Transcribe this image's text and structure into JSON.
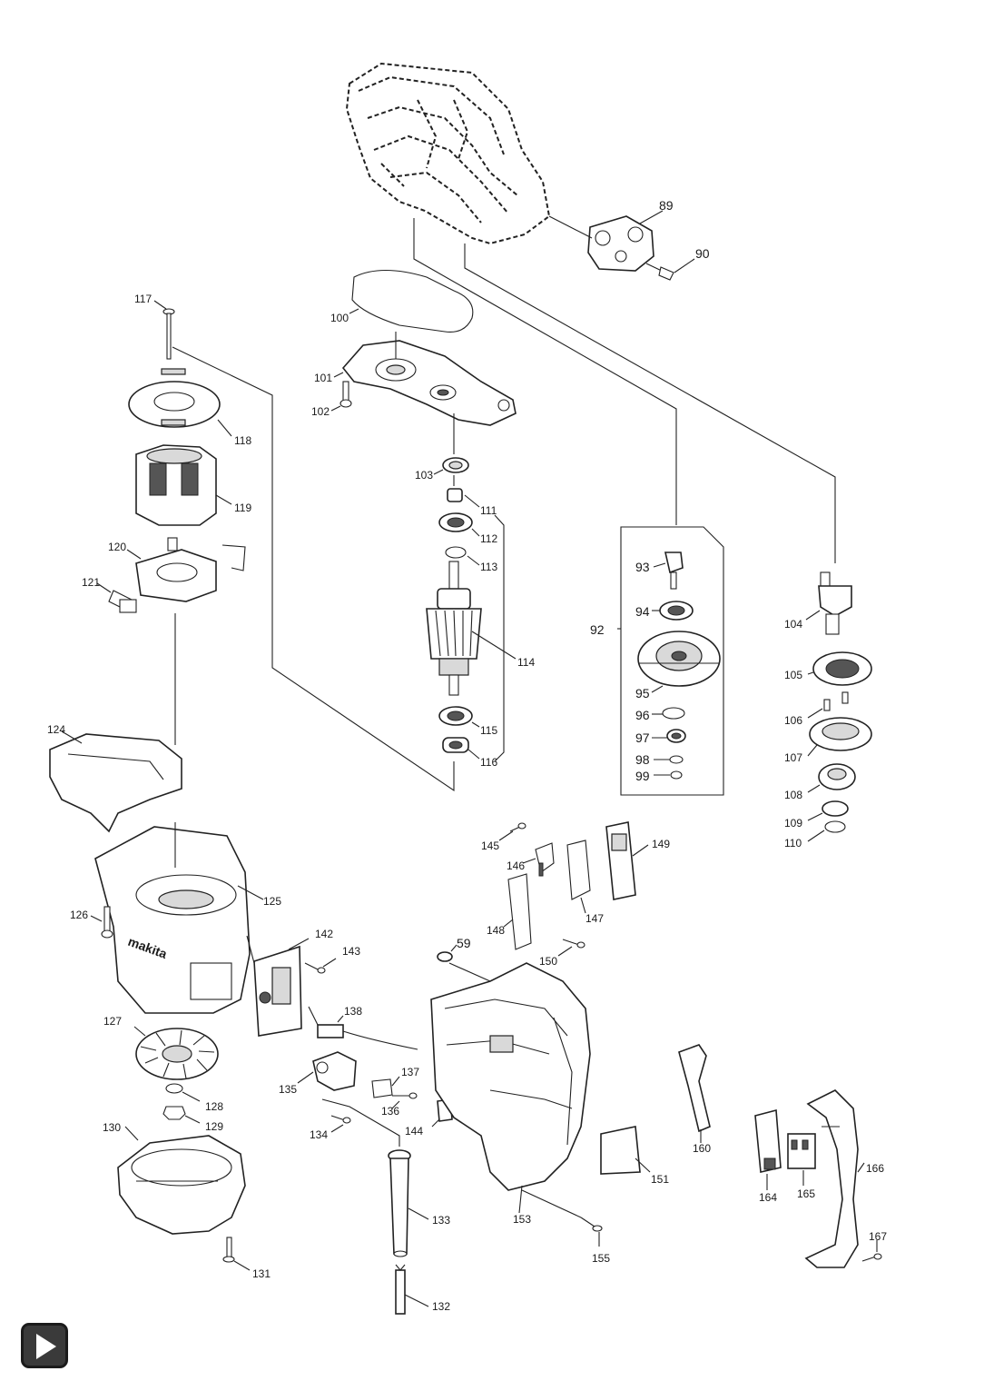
{
  "parts": [
    {
      "no": "89"
    },
    {
      "no": "90"
    },
    {
      "no": "100"
    },
    {
      "no": "101"
    },
    {
      "no": "102"
    },
    {
      "no": "103"
    },
    {
      "no": "111"
    },
    {
      "no": "112"
    },
    {
      "no": "113"
    },
    {
      "no": "114"
    },
    {
      "no": "115"
    },
    {
      "no": "116"
    },
    {
      "no": "117"
    },
    {
      "no": "118"
    },
    {
      "no": "119"
    },
    {
      "no": "120"
    },
    {
      "no": "121"
    },
    {
      "no": "92"
    },
    {
      "no": "93"
    },
    {
      "no": "94"
    },
    {
      "no": "95"
    },
    {
      "no": "96"
    },
    {
      "no": "97"
    },
    {
      "no": "98"
    },
    {
      "no": "99"
    },
    {
      "no": "104"
    },
    {
      "no": "105"
    },
    {
      "no": "106"
    },
    {
      "no": "107"
    },
    {
      "no": "108"
    },
    {
      "no": "109"
    },
    {
      "no": "110"
    },
    {
      "no": "124"
    },
    {
      "no": "125"
    },
    {
      "no": "126"
    },
    {
      "no": "127"
    },
    {
      "no": "128"
    },
    {
      "no": "129"
    },
    {
      "no": "130"
    },
    {
      "no": "131"
    },
    {
      "no": "132"
    },
    {
      "no": "133"
    },
    {
      "no": "134"
    },
    {
      "no": "135"
    },
    {
      "no": "136"
    },
    {
      "no": "137"
    },
    {
      "no": "138"
    },
    {
      "no": "142"
    },
    {
      "no": "143"
    },
    {
      "no": "144"
    },
    {
      "no": "145"
    },
    {
      "no": "146"
    },
    {
      "no": "147"
    },
    {
      "no": "148"
    },
    {
      "no": "149"
    },
    {
      "no": "150"
    },
    {
      "no": "151"
    },
    {
      "no": "153"
    },
    {
      "no": "155"
    },
    {
      "no": "160"
    },
    {
      "no": "164"
    },
    {
      "no": "165"
    },
    {
      "no": "166"
    },
    {
      "no": "167"
    },
    {
      "no": "59"
    }
  ],
  "nav": {
    "next_icon": "play-triangle-icon"
  }
}
